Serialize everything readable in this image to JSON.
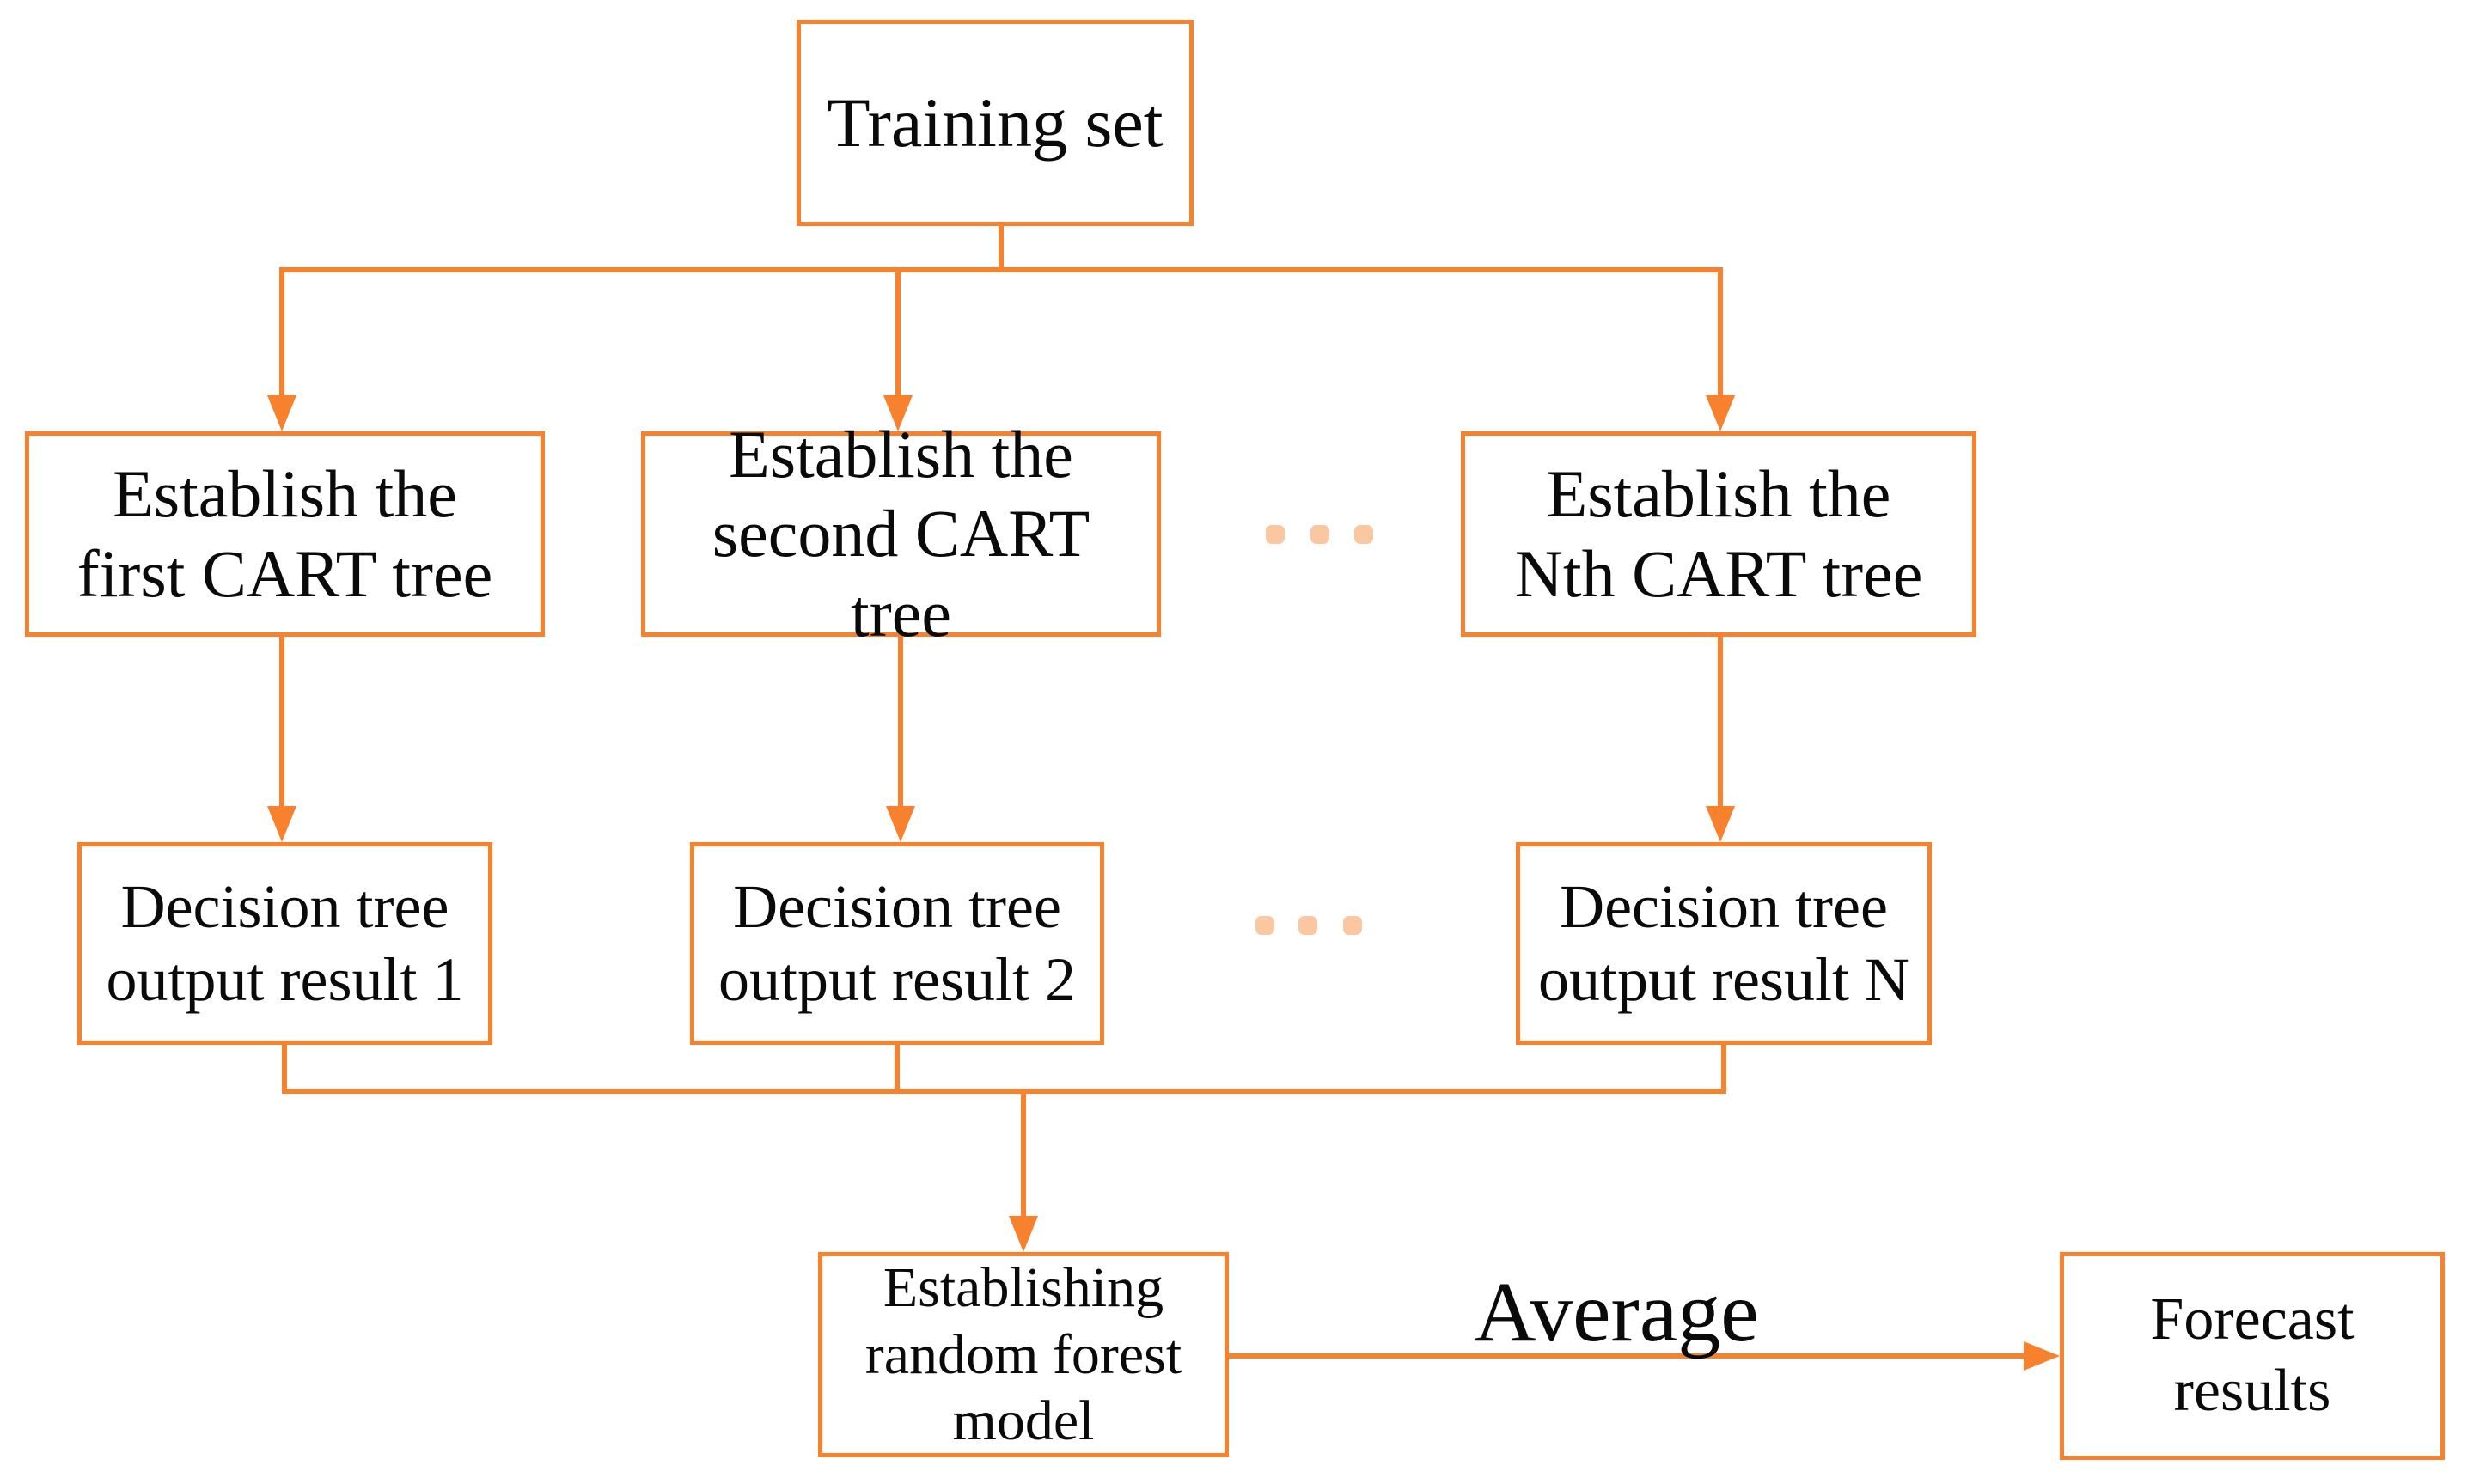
{
  "diagram": {
    "type": "flowchart",
    "accent_color": "#F8812D",
    "ellipsis_dot_color": "#FBC7A0",
    "text_color": "#0a0a0a",
    "background_color": "#ffffff",
    "nodes": {
      "training_set": {
        "lines": [
          "Training set"
        ]
      },
      "cart_first": {
        "lines": [
          "Establish the",
          "first CART tree"
        ]
      },
      "cart_second": {
        "lines": [
          "Establish the",
          "second CART",
          "tree"
        ]
      },
      "cart_nth": {
        "lines": [
          "Establish the",
          "Nth CART tree"
        ]
      },
      "result_1": {
        "lines": [
          "Decision tree",
          "output result 1"
        ]
      },
      "result_2": {
        "lines": [
          "Decision tree",
          "output result 2"
        ]
      },
      "result_n": {
        "lines": [
          "Decision tree",
          "output result N"
        ]
      },
      "random_forest": {
        "lines": [
          "Establishing",
          "random forest",
          "model"
        ]
      },
      "forecast": {
        "lines": [
          "Forecast",
          "results"
        ]
      }
    },
    "edge_labels": {
      "average": "Average"
    },
    "ellipsis_rows": 2,
    "ellipsis_dots_per_row": 3
  }
}
